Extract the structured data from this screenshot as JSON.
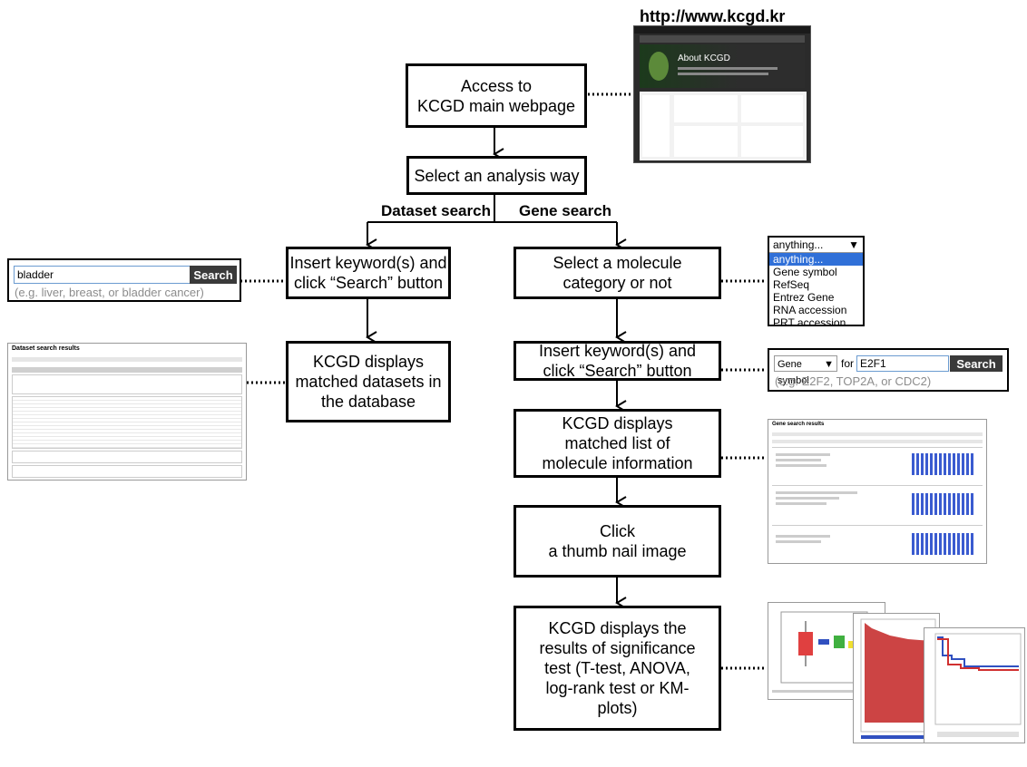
{
  "url": "http://www.kcgd.kr",
  "flow": {
    "access": "Access to\nKCGD main webpage",
    "select_way": "Select an analysis way",
    "dataset_insert": "Insert keyword(s) and\nclick “Search” button",
    "dataset_display": "KCGD displays\nmatched datasets in\nthe database",
    "gene_select": "Select a molecule\ncategory or not",
    "gene_insert": "Insert keyword(s) and\nclick “Search” button",
    "gene_display": "KCGD displays\nmatched list of\nmolecule information",
    "click_thumb": "Click\na thumb nail image",
    "results": "KCGD displays the\nresults of significance\ntest (T-test, ANOVA,\nlog-rank test or KM-\nplots)"
  },
  "labels": {
    "dataset_search": "Dataset search",
    "gene_search": "Gene search"
  },
  "dataset_widget": {
    "input_value": "bladder",
    "button": "Search",
    "hint": "(e.g. liver, breast, or bladder cancer)"
  },
  "dropdown": {
    "selected": "anything...",
    "arrow": "▼",
    "options": [
      "anything...",
      "Gene symbol",
      "RefSeq",
      "Entrez Gene",
      "RNA accession",
      "PRT accession"
    ]
  },
  "gene_widget": {
    "select_value": "Gene symbol",
    "arrow": "▼",
    "for_label": "for",
    "input_value": "E2F1",
    "button": "Search",
    "hint": "(e.g. E2F2, TOP2A, or CDC2)"
  },
  "screenshots": {
    "main_title": "About KCGD",
    "dataset_results_title": "Dataset search results",
    "gene_results_title": "Gene search results"
  }
}
